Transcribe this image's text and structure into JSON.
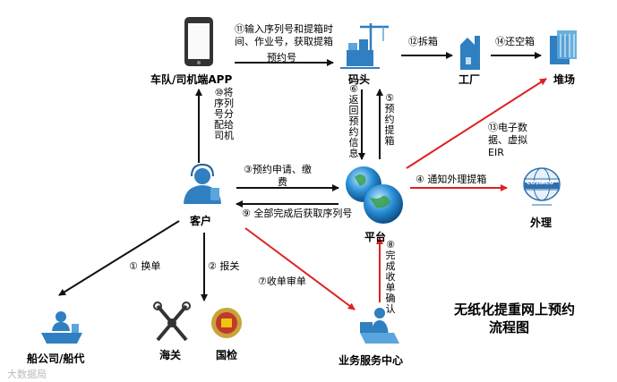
{
  "nodes": {
    "fleet_app": "车队/司机端APP",
    "terminal": "码头",
    "factory": "工厂",
    "yard": "堆场",
    "customer": "客户",
    "platform": "平台",
    "tally": "外理",
    "shipping": "船公司/船代",
    "customs": "海关",
    "inspection": "国检",
    "service_center": "业务服务中心"
  },
  "steps": {
    "s1": "① 换单",
    "s2": "② 报关",
    "s3a": "③预约申请、缴",
    "s3b": "费",
    "s4": "④ 通知外理提箱",
    "s5": "⑤预约提箱",
    "s6": "⑥返回预约信息",
    "s7": "⑦收单审单",
    "s8": "⑧完成收单确认",
    "s9": "⑨ 全部完成后获取序列号",
    "s10": "⑩将序列号分配给司机",
    "s11a": "⑪输入序列号和提箱时",
    "s11b": "间、作业号，获取提箱",
    "s11c": "预约号",
    "s12": "⑫拆箱",
    "s13a": "⑬电子数",
    "s13b": "据、虚拟",
    "s13c": "EIR",
    "s14": "⑭还空箱"
  },
  "title": {
    "line1": "无纸化提重网上预约",
    "line2": "流程图"
  },
  "logo_text": "COSIACO",
  "watermark": "大数据局",
  "colors": {
    "black_arrow": "#111111",
    "red_arrow": "#e02020",
    "icon_blue": "#2f7fc1",
    "icon_light": "#5aa6dc"
  }
}
